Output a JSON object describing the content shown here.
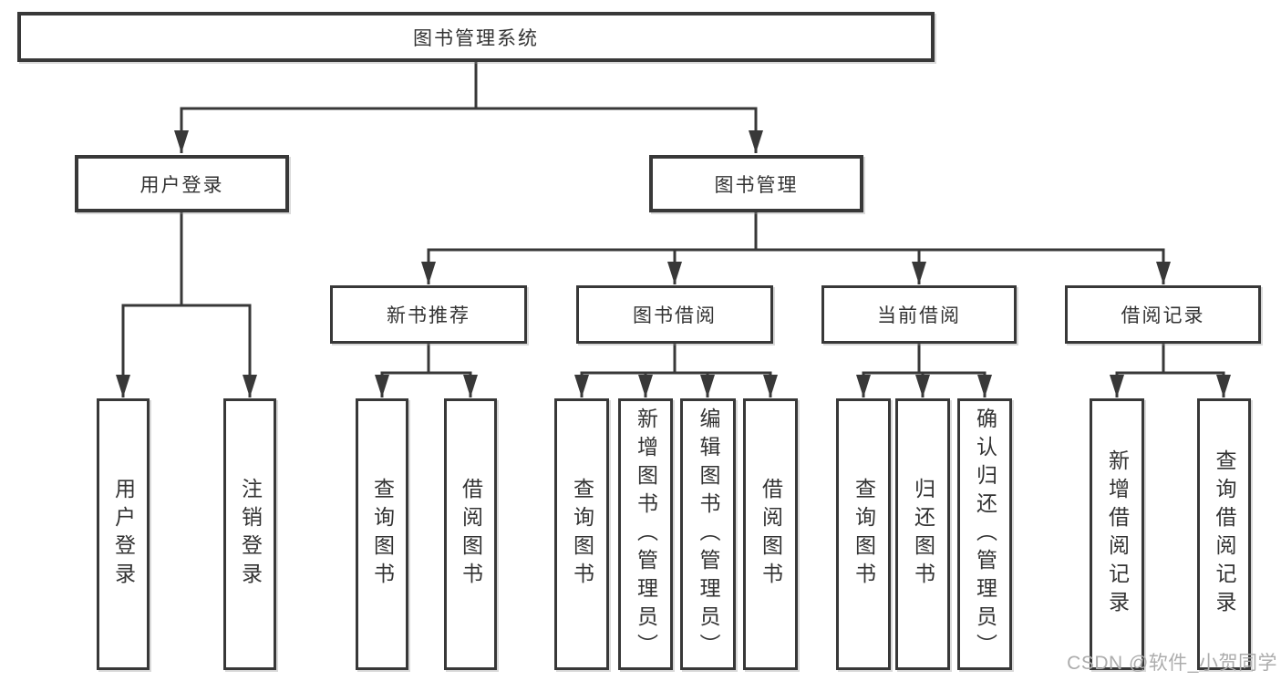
{
  "colors": {
    "line": "#383838",
    "box_border": "#383838",
    "text": "#333333",
    "watermark": "#acacac",
    "background": "#ffffff"
  },
  "watermark": {
    "text": "CSDN @软件_小贺同学"
  },
  "tree": {
    "label": "图书管理系统",
    "children": [
      {
        "label": "用户登录",
        "children": [
          {
            "label": "用户登录"
          },
          {
            "label": "注销登录"
          }
        ]
      },
      {
        "label": "图书管理",
        "children": [
          {
            "label": "新书推荐",
            "children": [
              {
                "label": "查询图书"
              },
              {
                "label": "借阅图书"
              }
            ]
          },
          {
            "label": "图书借阅",
            "children": [
              {
                "label": "查询图书"
              },
              {
                "label": "新增图书（管理员）"
              },
              {
                "label": "编辑图书（管理员）"
              },
              {
                "label": "借阅图书"
              }
            ]
          },
          {
            "label": "当前借阅",
            "children": [
              {
                "label": "查询图书"
              },
              {
                "label": "归还图书"
              },
              {
                "label": "确认归还（管理员）"
              }
            ]
          },
          {
            "label": "借阅记录",
            "children": [
              {
                "label": "新增借阅记录"
              },
              {
                "label": "查询借阅记录"
              }
            ]
          }
        ]
      }
    ]
  }
}
